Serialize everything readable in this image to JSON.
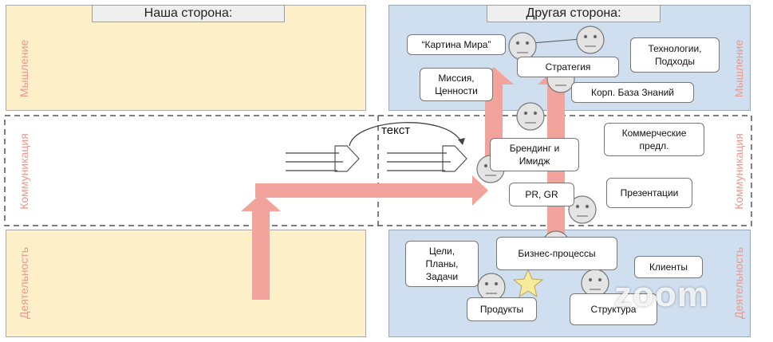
{
  "headers": {
    "our_side": "Наша сторона:",
    "other_side": "Другая сторона:"
  },
  "rows": {
    "thinking": "Мышление",
    "communication": "Коммуникация",
    "activity": "Деятельность"
  },
  "arrow_label": "текст",
  "boxes": {
    "world_picture": "“Картина Мира”",
    "technologies": "Технологии,\nПодходы",
    "strategy": "Стратегия",
    "mission": "Миссия,\nЦенности",
    "knowledge_base": "Корп. База Знаний",
    "branding": "Брендинг и\nИмидж",
    "commercial": "Коммерческие\nпредл.",
    "pr_gr": "PR, GR",
    "presentations": "Презентации",
    "goals": "Цели,\nПланы,\nЗадачи",
    "business_processes": "Бизнес-процессы",
    "clients": "Клиенты",
    "products": "Продукты",
    "structure": "Структура"
  },
  "watermark": "zoom",
  "colors": {
    "arrow": "#f2a49c",
    "label": "#e59a92",
    "panel_yellow": "#fdf0c8",
    "panel_blue": "#cfdff0"
  },
  "icons": [
    "neutral-face-icon",
    "star-icon"
  ]
}
